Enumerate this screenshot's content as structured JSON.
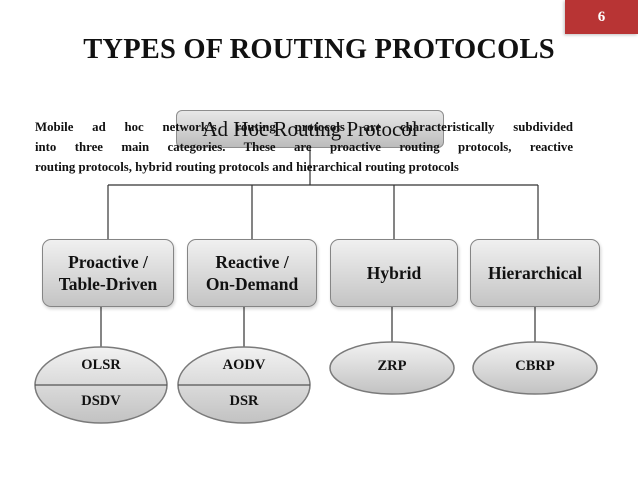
{
  "slide_number": "6",
  "title": "TYPES OF ROUTING PROTOCOLS",
  "root": "Ad Hoc Routing Protocol",
  "description": {
    "line1": "Mobile ad hoc network’s routing protocols are characteristically subdivided",
    "line2": "into three main categories. These are proactive routing protocols, reactive",
    "line3": "routing protocols, hybrid routing protocols and hierarchical routing protocols"
  },
  "categories": [
    {
      "label": "Proactive /\nTable-Driven",
      "protocols": [
        "OLSR",
        "DSDV"
      ]
    },
    {
      "label": "Reactive /\nOn-Demand",
      "protocols": [
        "AODV",
        "DSR"
      ]
    },
    {
      "label": "Hybrid",
      "protocols": [
        "ZRP"
      ]
    },
    {
      "label": "Hierarchical",
      "protocols": [
        "CBRP"
      ]
    }
  ],
  "colors": {
    "accent": "#b83434",
    "line": "#333333",
    "box_fill_top": "#f0f0f0",
    "box_fill_bottom": "#c4c4c4"
  }
}
